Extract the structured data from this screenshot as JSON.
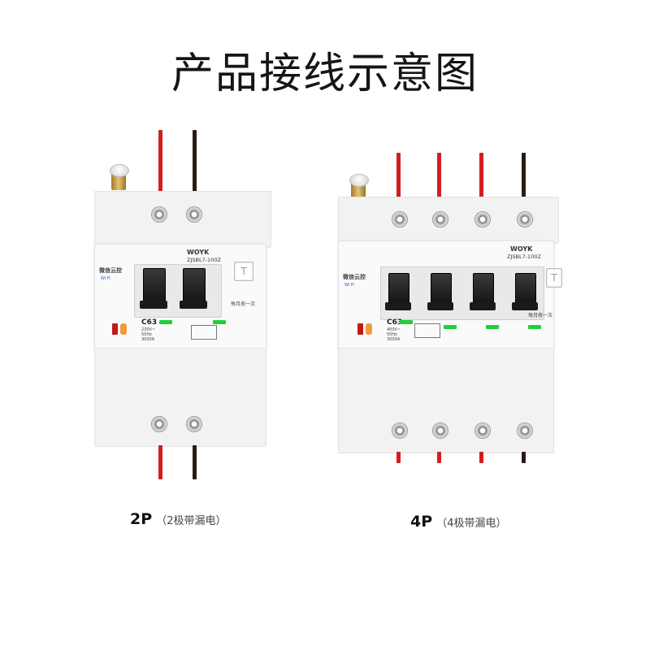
{
  "title": "产品接线示意图",
  "products": [
    {
      "id": "2p",
      "label": "2P",
      "sublabel": "（2极带漏电）",
      "brand": "WOYK",
      "model": "ZJSBL7-100Z",
      "app_label": "微信云控",
      "wifi_badge": "Wi Fi",
      "rating": "C63",
      "spec": "230V~ 50Hz 3000A",
      "monthly_test": "每月按一次",
      "wire_colors": [
        "red",
        "black"
      ]
    },
    {
      "id": "4p",
      "label": "4P",
      "sublabel": "（4极带漏电）",
      "brand": "WOYK",
      "model": "ZJSBL7-100Z",
      "app_label": "微信云控",
      "wifi_badge": "Wi Fi",
      "rating": "C63",
      "spec": "400V~ 50Hz 3000A",
      "monthly_test": "每月按一次",
      "wire_colors": [
        "red",
        "red",
        "red",
        "black"
      ]
    }
  ],
  "colors": {
    "live_wire": "#d21e1e",
    "neutral_wire": "#2b1a16",
    "indicator": "#1fcf3c"
  }
}
